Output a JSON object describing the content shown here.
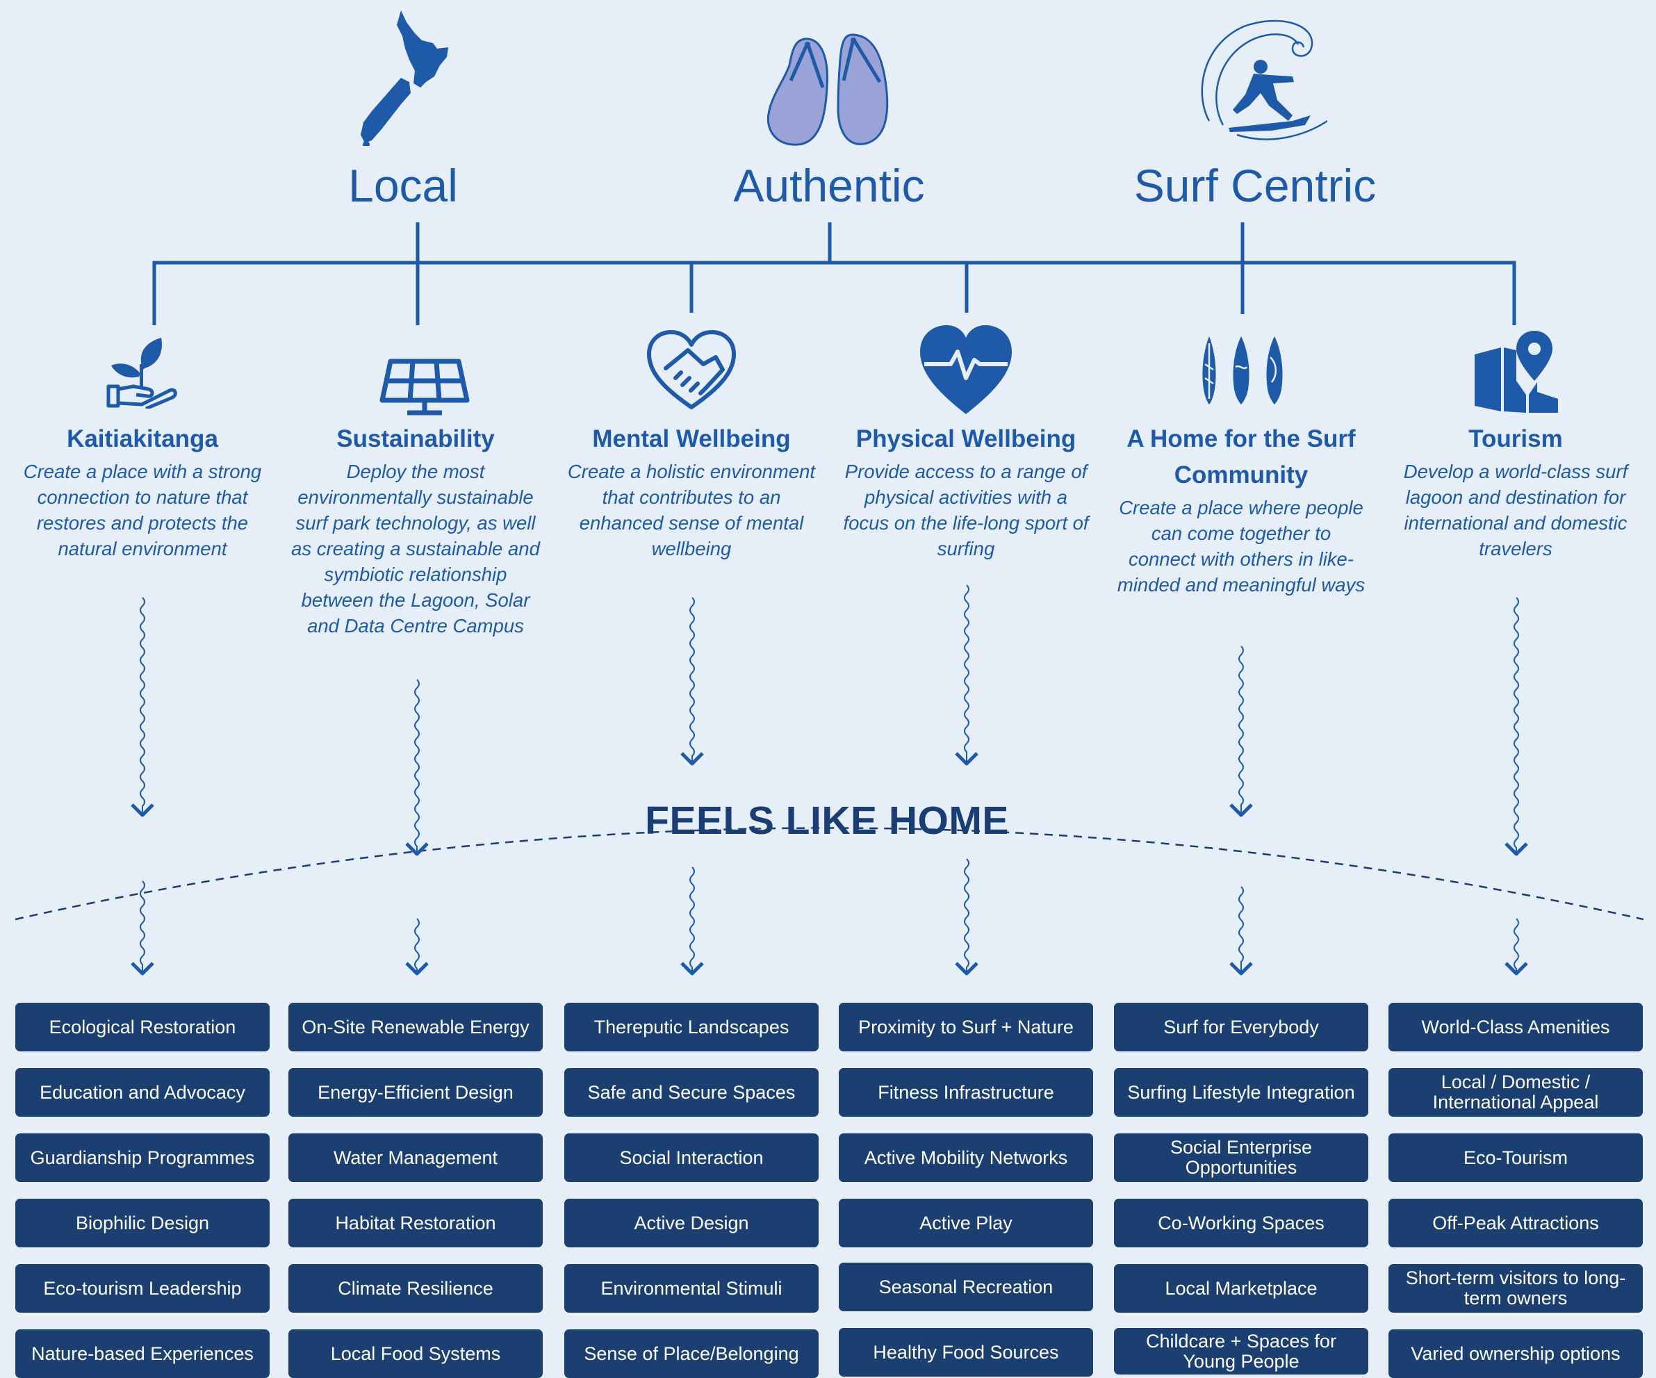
{
  "pillars": [
    {
      "label": "Local",
      "icon": "new-zealand-map-icon"
    },
    {
      "label": "Authentic",
      "icon": "jandals-icon"
    },
    {
      "label": "Surf Centric",
      "icon": "surfer-wave-icon"
    }
  ],
  "colors": {
    "background": "#e6eef8",
    "primary_blue": "#1e5aa8",
    "dark_navy": "#1c3f72",
    "icon_lavender": "#9aa3d8"
  },
  "heading": "FEELS LIKE HOME",
  "columns": [
    {
      "title": "Kaitiakitanga",
      "icon": "hand-plant-icon",
      "description": "Create a place with a strong connection to nature that restores and protects the natural environment",
      "items": [
        "Ecological Restoration",
        "Education and Advocacy",
        "Guardianship Programmes",
        "Biophilic Design",
        "Eco-tourism Leadership",
        "Nature-based Experiences"
      ]
    },
    {
      "title": "Sustainability",
      "icon": "solar-panel-icon",
      "description": "Deploy the most environmentally sustainable surf park technology, as well as creating a sustainable and symbiotic relationship between the Lagoon, Solar and Data Centre Campus",
      "items": [
        "On-Site Renewable Energy",
        "Energy-Efficient Design",
        "Water Management",
        "Habitat Restoration",
        "Climate Resilience",
        "Local Food Systems"
      ]
    },
    {
      "title": "Mental Wellbeing",
      "icon": "heart-handshake-icon",
      "description": "Create a holistic environment that contributes to an enhanced sense of mental wellbeing",
      "items": [
        "Thereputic Landscapes",
        "Safe and Secure Spaces",
        "Social Interaction",
        "Active Design",
        "Environmental Stimuli",
        "Sense of Place/Belonging"
      ]
    },
    {
      "title": "Physical Wellbeing",
      "icon": "heart-pulse-icon",
      "description": "Provide access to a range of physical activities with a focus on the life-long sport of surfing",
      "items": [
        "Proximity to Surf + Nature",
        "Fitness Infrastructure",
        "Active Mobility Networks",
        "Active Play",
        "Seasonal Recreation",
        "Healthy Food Sources"
      ]
    },
    {
      "title": "A Home for the Surf Community",
      "icon": "surfboards-icon",
      "description": "Create a place where people can come together to connect with others in like-minded and meaningful ways",
      "items": [
        "Surf for Everybody",
        "Surfing Lifestyle Integration",
        "Social Enterprise Opportunities",
        "Co-Working Spaces",
        "Local Marketplace",
        "Childcare + Spaces for Young People"
      ]
    },
    {
      "title": "Tourism",
      "icon": "map-pin-icon",
      "description": "Develop a world-class surf lagoon and destination for international and domestic travelers",
      "items": [
        "World-Class Amenities",
        "Local / Domestic / International Appeal",
        "Eco-Tourism",
        "Off-Peak Attractions",
        "Short-term visitors to long-term owners",
        "Varied ownership options"
      ]
    }
  ]
}
